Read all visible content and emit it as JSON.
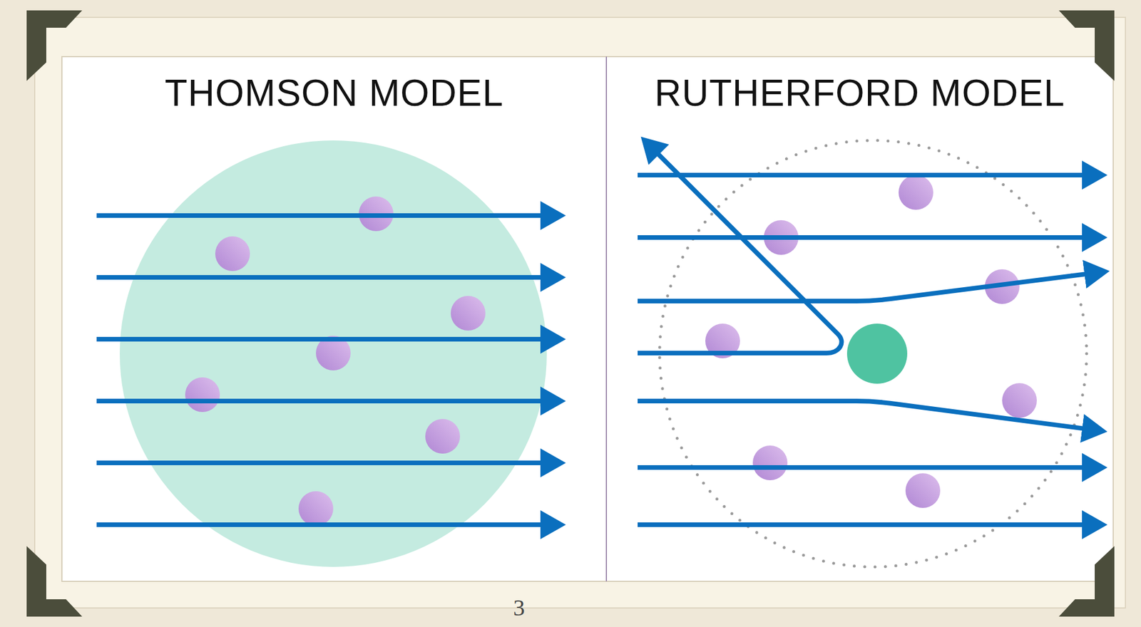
{
  "diagram": {
    "nodes": [
      {
        "text": [
          "THOMSON MODEL"
        ]
      },
      {
        "text": [
          "RUTHERFORD MODEL"
        ]
      }
    ],
    "labels": [
      "3"
    ]
  }
}
